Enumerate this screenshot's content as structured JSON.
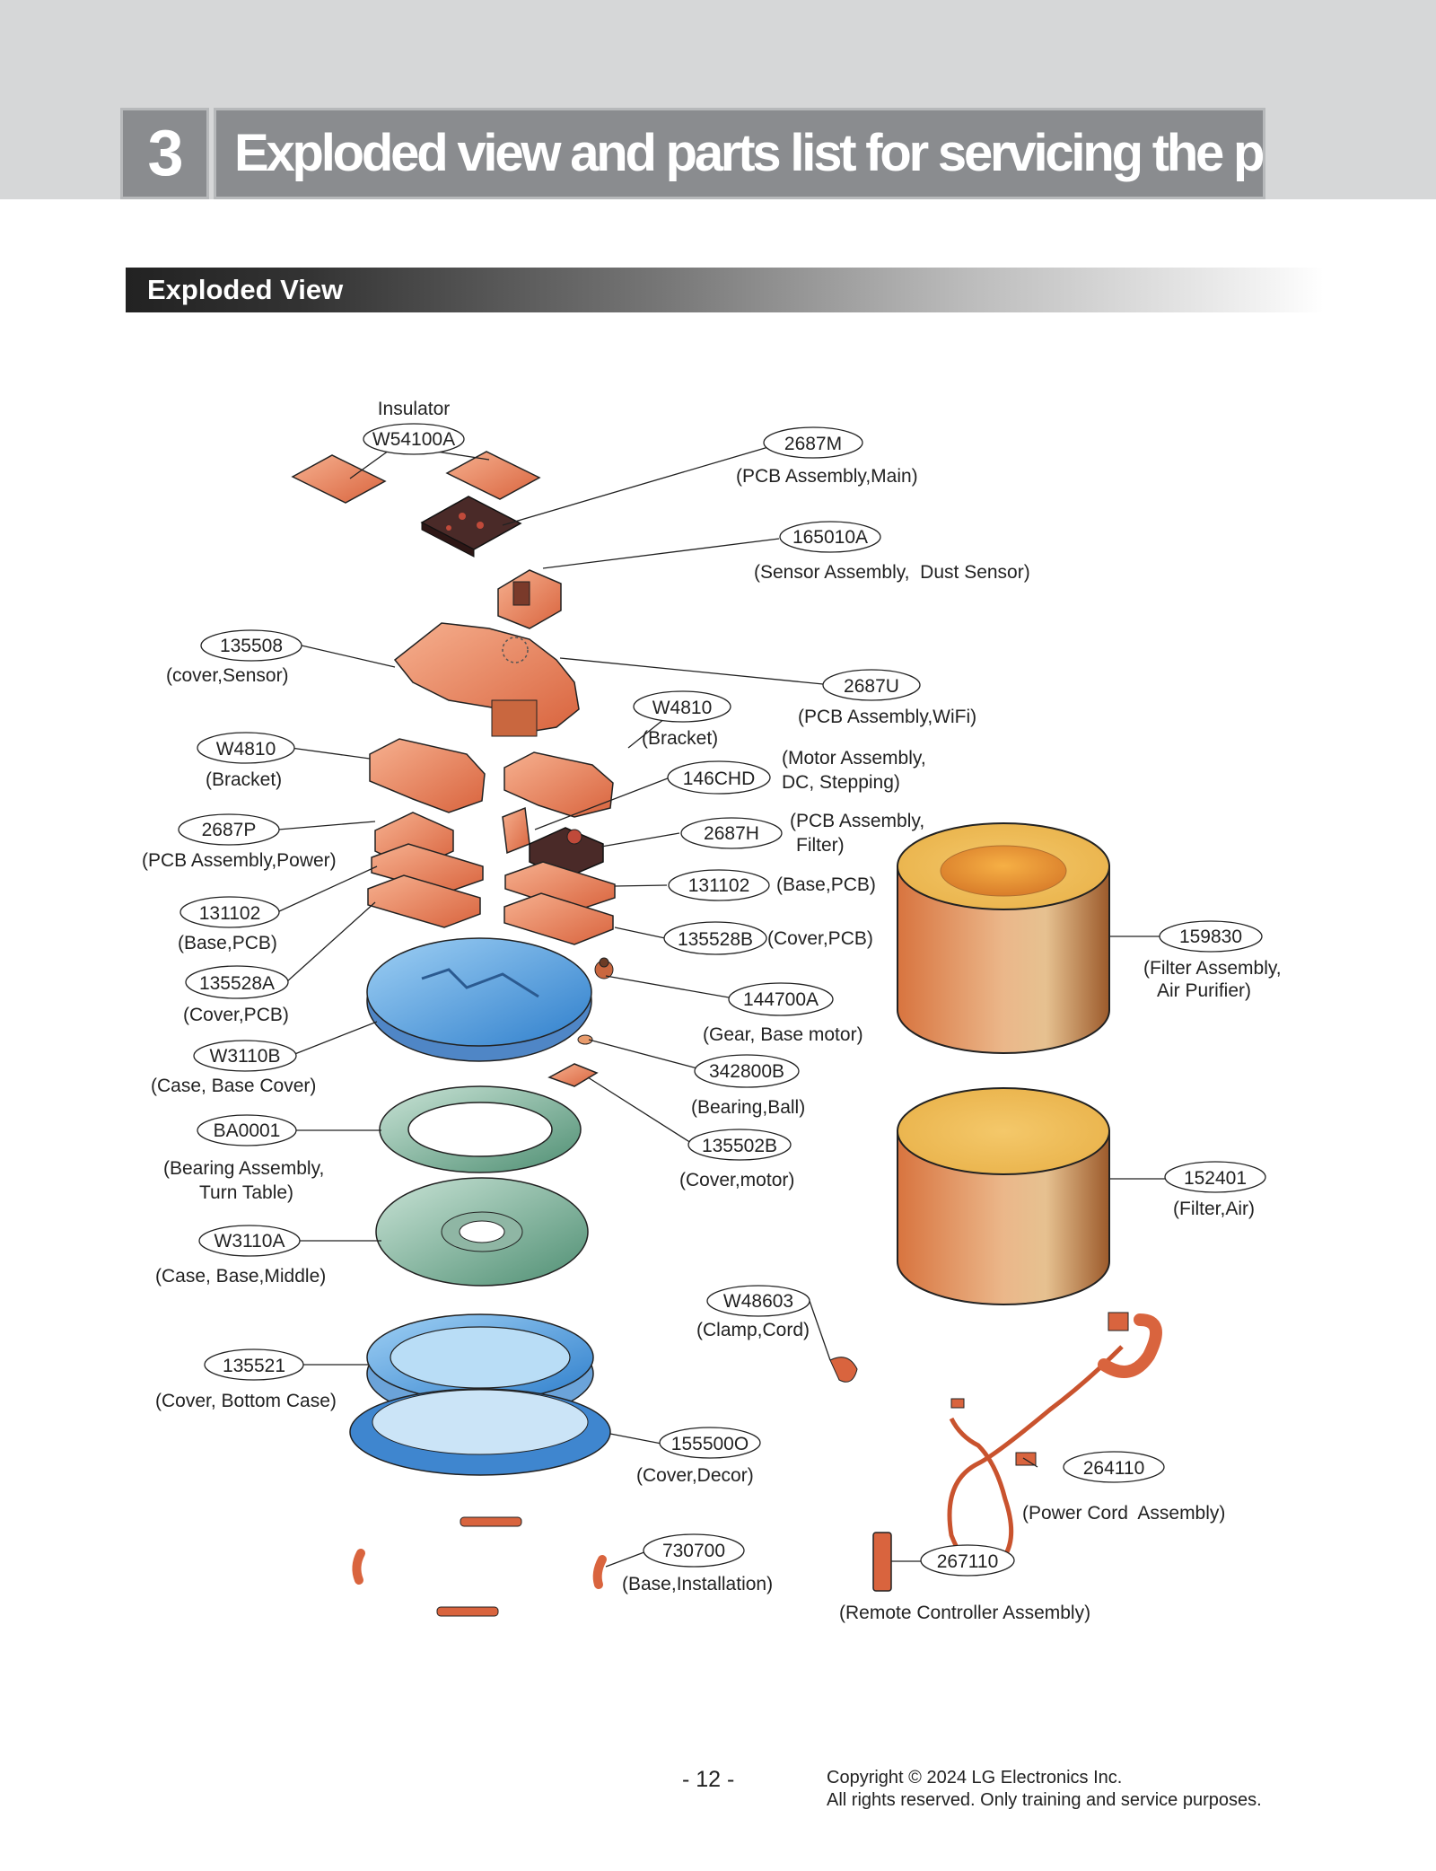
{
  "header": {
    "chapter_number": "3",
    "chapter_title": "Exploded view and parts list for servicing the product"
  },
  "section": {
    "title": "Exploded View"
  },
  "callouts": [
    {
      "part_no": "W54100A",
      "caption": "",
      "caption_above": "Insulator"
    },
    {
      "part_no": "2687M",
      "caption": "(PCB Assembly,Main)"
    },
    {
      "part_no": "165010A",
      "caption": "(Sensor Assembly,  Dust Sensor)"
    },
    {
      "part_no": "135508",
      "caption": "(cover,Sensor)"
    },
    {
      "part_no": "2687U",
      "caption": "(PCB Assembly,WiFi)"
    },
    {
      "part_no": "W4810",
      "caption": "(Bracket)"
    },
    {
      "part_no": "W4810",
      "caption": "(Bracket)"
    },
    {
      "part_no": "146CHD",
      "caption": "(Motor Assembly,",
      "caption2": "DC, Stepping)"
    },
    {
      "part_no": "2687P",
      "caption": "(PCB Assembly,Power)"
    },
    {
      "part_no": "2687H",
      "caption": "(PCB Assembly,",
      "caption2": "Filter)"
    },
    {
      "part_no": "131102",
      "caption": "(Base,PCB)"
    },
    {
      "part_no": "131102",
      "caption": "(Base,PCB)"
    },
    {
      "part_no": "135528B",
      "caption": "(Cover,PCB)"
    },
    {
      "part_no": "135528A",
      "caption": "(Cover,PCB)"
    },
    {
      "part_no": "159830",
      "caption": "(Filter Assembly,",
      "caption2": "Air Purifier)"
    },
    {
      "part_no": "144700A",
      "caption": "(Gear, Base motor)"
    },
    {
      "part_no": "W3110B",
      "caption": "(Case, Base Cover)"
    },
    {
      "part_no": "342800B",
      "caption": "(Bearing,Ball)"
    },
    {
      "part_no": "BA0001",
      "caption": "(Bearing Assembly,",
      "caption2": "Turn Table)"
    },
    {
      "part_no": "135502B",
      "caption": "(Cover,motor)"
    },
    {
      "part_no": "152401",
      "caption": "(Filter,Air)"
    },
    {
      "part_no": "W3110A",
      "caption": "(Case, Base,Middle)"
    },
    {
      "part_no": "W48603",
      "caption": "(Clamp,Cord)"
    },
    {
      "part_no": "135521",
      "caption": "(Cover, Bottom Case)"
    },
    {
      "part_no": "155500O",
      "caption": "(Cover,Decor)"
    },
    {
      "part_no": "264110",
      "caption": "(Power Cord  Assembly)"
    },
    {
      "part_no": "730700",
      "caption": "(Base,Installation)"
    },
    {
      "part_no": "267110",
      "caption": "(Remote Controller Assembly)"
    }
  ],
  "footer": {
    "page_number": "- 12 -",
    "copyright_line1": "Copyright © 2024 LG Electronics Inc.",
    "copyright_line2": "All rights reserved. Only training and service purposes."
  }
}
